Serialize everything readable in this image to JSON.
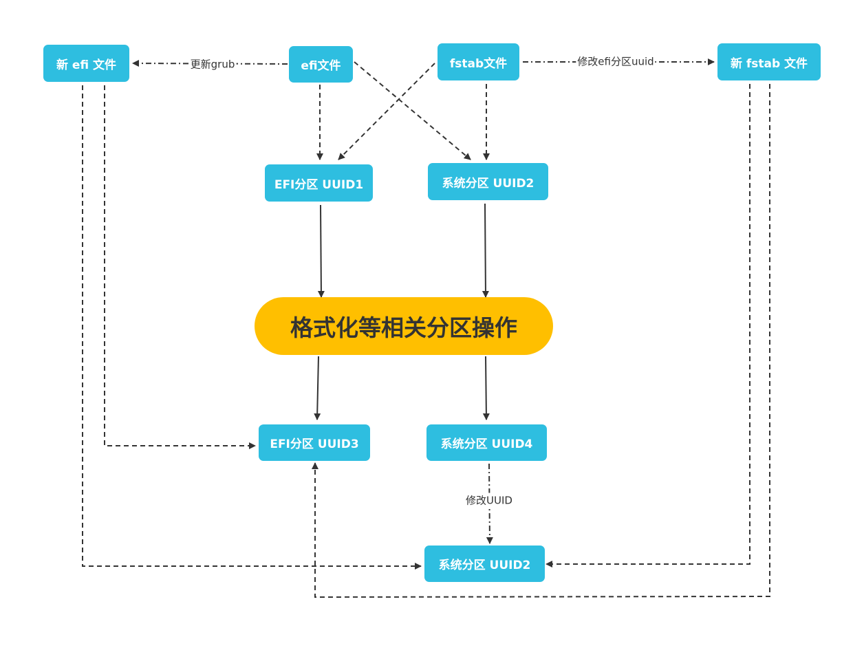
{
  "colors": {
    "node_fill": "#2EBEE0",
    "node_text": "#FFFFFF",
    "center_fill": "#FFBF00",
    "center_text": "#333333",
    "line": "#333333"
  },
  "nodes": {
    "new_efi_file": "新 efi 文件",
    "efi_file": "efi文件",
    "fstab_file": "fstab文件",
    "new_fstab_file": "新 fstab 文件",
    "efi_partition_uuid1": "EFI分区 UUID1",
    "system_partition_uuid2_top": "系统分区 UUID2",
    "format_operation": "格式化等相关分区操作",
    "efi_partition_uuid3": "EFI分区 UUID3",
    "system_partition_uuid4": "系统分区 UUID4",
    "system_partition_uuid2_bottom": "系统分区 UUID2"
  },
  "edge_labels": {
    "update_grub": "更新grub",
    "modify_efi_uuid": "修改efi分区uuid",
    "modify_uuid": "修改UUID"
  }
}
